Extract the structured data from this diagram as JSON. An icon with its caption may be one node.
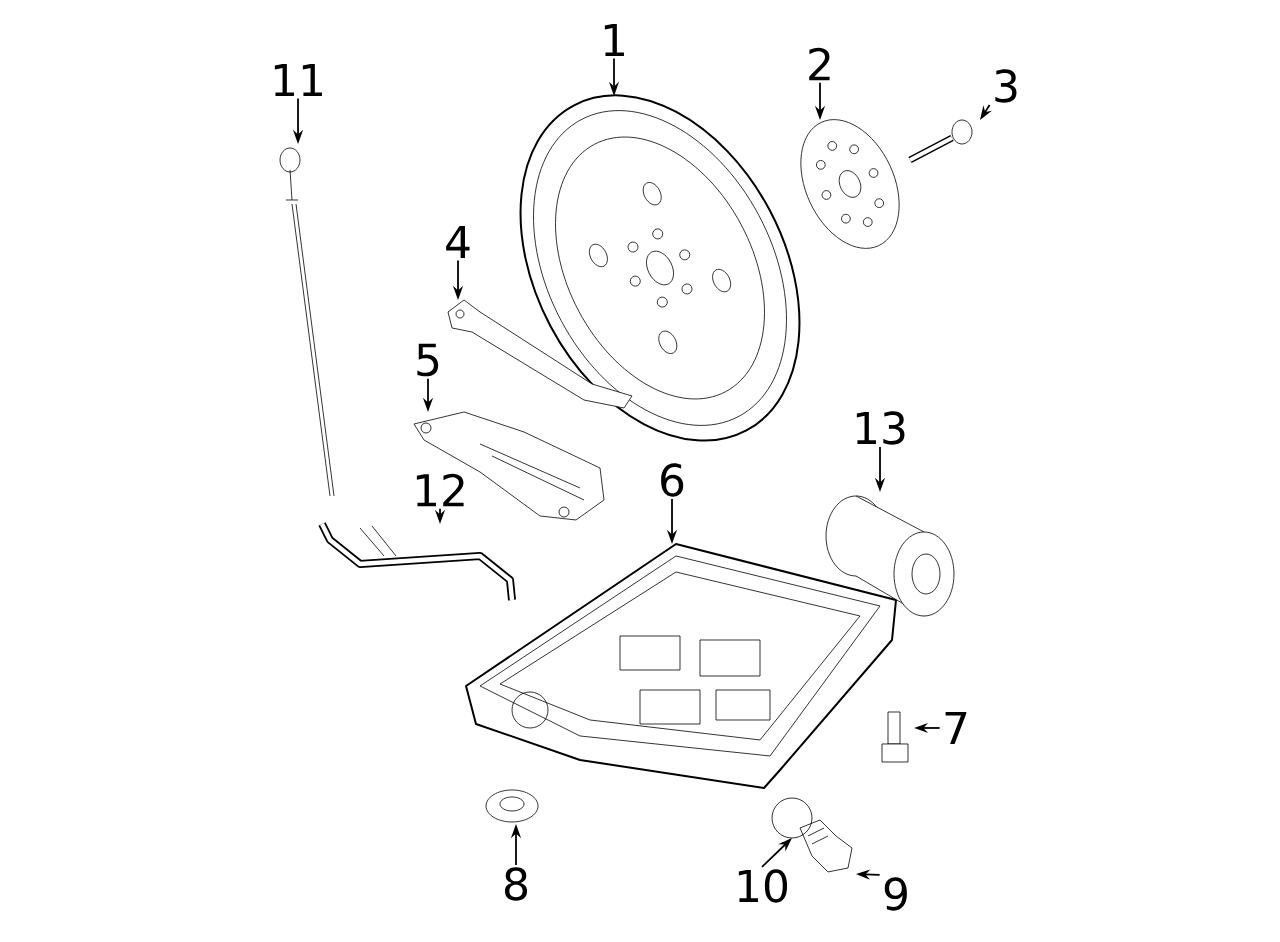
{
  "diagram": {
    "nodes": [
      {
        "text": [
          "1"
        ]
      },
      {
        "text": [
          "2"
        ]
      },
      {
        "text": [
          "3"
        ]
      },
      {
        "text": [
          "4"
        ]
      },
      {
        "text": [
          "5"
        ]
      },
      {
        "text": [
          "6"
        ]
      },
      {
        "text": [
          "7"
        ]
      },
      {
        "text": [
          "8"
        ]
      },
      {
        "text": [
          "9"
        ]
      },
      {
        "text": [
          "10"
        ]
      },
      {
        "text": [
          "11"
        ]
      },
      {
        "text": [
          "12"
        ]
      },
      {
        "text": [
          "13"
        ]
      },
      {
        "text": [],
        "shape": "picture"
      },
      {
        "text": [],
        "shape": "picture"
      },
      {
        "text": [],
        "shape": "picture"
      },
      {
        "text": [],
        "shape": "picture"
      },
      {
        "text": [],
        "shape": "picture"
      },
      {
        "text": [],
        "shape": "picture"
      },
      {
        "text": [],
        "shape": "picture"
      },
      {
        "text": [],
        "shape": "picture"
      },
      {
        "text": [],
        "shape": "picture"
      },
      {
        "text": [],
        "shape": "circle"
      },
      {
        "text": [],
        "shape": "picture"
      },
      {
        "text": [],
        "shape": "picture"
      },
      {
        "text": [],
        "shape": "picture"
      }
    ],
    "edges": [
      {
        "from": 0,
        "to": 13,
        "arrow": "to"
      },
      {
        "from": 1,
        "to": 14,
        "arrow": "to"
      },
      {
        "from": 2,
        "to": 15,
        "arrow": "to"
      },
      {
        "from": 3,
        "to": 16,
        "arrow": "to"
      },
      {
        "from": 4,
        "to": 17,
        "arrow": "to"
      },
      {
        "from": 5,
        "to": 18,
        "arrow": "to"
      },
      {
        "from": 6,
        "to": 19,
        "arrow": "to"
      },
      {
        "from": 7,
        "to": 20,
        "arrow": "to"
      },
      {
        "from": 8,
        "to": 21,
        "arrow": "to"
      },
      {
        "from": 9,
        "to": 22,
        "arrow": "to"
      },
      {
        "from": 10,
        "to": 23,
        "arrow": "to"
      },
      {
        "from": 11,
        "to": 24,
        "arrow": "to"
      },
      {
        "from": 12,
        "to": 25,
        "arrow": "to"
      }
    ]
  }
}
